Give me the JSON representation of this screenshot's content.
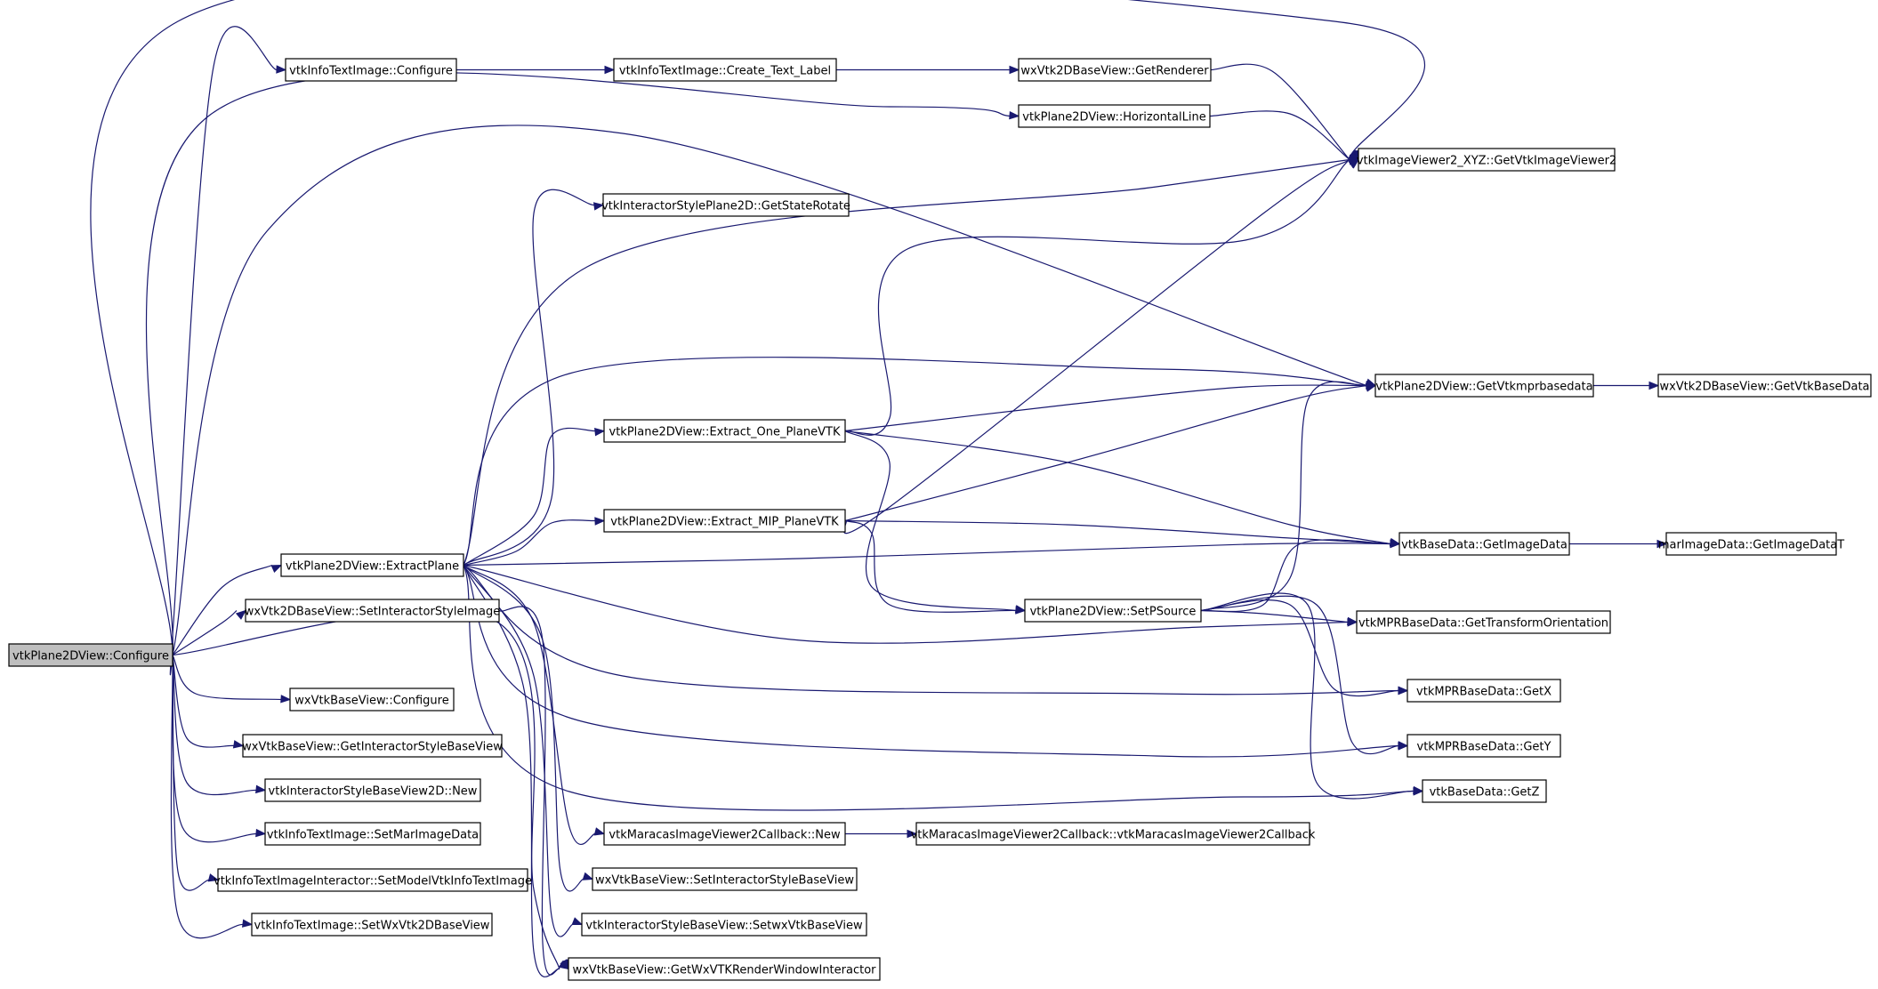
{
  "colors": {
    "edge": "#191970",
    "node_border": "#000000",
    "root_fill": "#bfbfbf",
    "node_fill": "#ffffff"
  },
  "nodes": [
    {
      "id": "root",
      "label": "vtkPlane2DView::Configure"
    },
    {
      "id": "n_cfg_text",
      "label": "vtkInfoTextImage::Configure"
    },
    {
      "id": "n_create_label",
      "label": "vtkInfoTextImage::Create_Text_Label"
    },
    {
      "id": "n_get_renderer",
      "label": "wxVtk2DBaseView::GetRenderer"
    },
    {
      "id": "n_hline",
      "label": "vtkPlane2DView::HorizontalLine"
    },
    {
      "id": "n_get_viewer2",
      "label": "vtkImageViewer2_XYZ::GetVtkImageViewer2"
    },
    {
      "id": "n_state_rotate",
      "label": "vtkInteractorStylePlane2D::GetStateRotate"
    },
    {
      "id": "n_get_mprbase",
      "label": "vtkPlane2DView::GetVtkmprbasedata"
    },
    {
      "id": "n_get_basedata",
      "label": "wxVtk2DBaseView::GetVtkBaseData"
    },
    {
      "id": "n_extract_one",
      "label": "vtkPlane2DView::Extract_One_PlaneVTK"
    },
    {
      "id": "n_extract_mip",
      "label": "vtkPlane2DView::Extract_MIP_PlaneVTK"
    },
    {
      "id": "n_get_imagedata",
      "label": "vtkBaseData::GetImageData"
    },
    {
      "id": "n_get_imagedataT",
      "label": "marImageData::GetImageDataT"
    },
    {
      "id": "n_extract_plane",
      "label": "vtkPlane2DView::ExtractPlane"
    },
    {
      "id": "n_set_isi",
      "label": "wxVtk2DBaseView::SetInteractorStyleImage"
    },
    {
      "id": "n_set_psource",
      "label": "vtkPlane2DView::SetPSource"
    },
    {
      "id": "n_transform",
      "label": "vtkMPRBaseData::GetTransformOrientation"
    },
    {
      "id": "n_getx",
      "label": "vtkMPRBaseData::GetX"
    },
    {
      "id": "n_gety",
      "label": "vtkMPRBaseData::GetY"
    },
    {
      "id": "n_getz",
      "label": "vtkBaseData::GetZ"
    },
    {
      "id": "n_wx_cfg",
      "label": "wxVtkBaseView::Configure"
    },
    {
      "id": "n_get_isbv",
      "label": "wxVtkBaseView::GetInteractorStyleBaseView"
    },
    {
      "id": "n_isbv2d_new",
      "label": "vtkInteractorStyleBaseView2D::New"
    },
    {
      "id": "n_set_marimage",
      "label": "vtkInfoTextImage::SetMarImageData"
    },
    {
      "id": "n_set_model",
      "label": "vtkInfoTextImageInteractor::SetModelVtkInfoTextImage"
    },
    {
      "id": "n_set_wx2d",
      "label": "vtkInfoTextImage::SetWxVtk2DBaseView"
    },
    {
      "id": "n_cb_new",
      "label": "vtkMaracasImageViewer2Callback::New"
    },
    {
      "id": "n_cb_ctor",
      "label": "vtkMaracasImageViewer2Callback::vtkMaracasImageViewer2Callback"
    },
    {
      "id": "n_set_isbv",
      "label": "wxVtkBaseView::SetInteractorStyleBaseView"
    },
    {
      "id": "n_set_wxbase",
      "label": "vtkInteractorStyleBaseView::SetwxVtkBaseView"
    },
    {
      "id": "n_get_rwi",
      "label": "wxVtkBaseView::GetWxVTKRenderWindowInteractor"
    }
  ],
  "edges": [
    [
      "root",
      "n_cfg_text"
    ],
    [
      "root",
      "n_get_viewer2"
    ],
    [
      "root",
      "n_hline"
    ],
    [
      "root",
      "n_get_mprbase"
    ],
    [
      "root",
      "n_extract_plane"
    ],
    [
      "root",
      "n_set_isi"
    ],
    [
      "root",
      "n_get_rwi"
    ],
    [
      "root",
      "n_wx_cfg"
    ],
    [
      "root",
      "n_get_isbv"
    ],
    [
      "root",
      "n_isbv2d_new"
    ],
    [
      "root",
      "n_set_marimage"
    ],
    [
      "root",
      "n_set_model"
    ],
    [
      "root",
      "n_set_wx2d"
    ],
    [
      "n_cfg_text",
      "n_create_label"
    ],
    [
      "n_create_label",
      "n_get_renderer"
    ],
    [
      "n_get_renderer",
      "n_get_viewer2"
    ],
    [
      "n_hline",
      "n_get_viewer2"
    ],
    [
      "n_get_mprbase",
      "n_get_basedata"
    ],
    [
      "n_get_imagedata",
      "n_get_imagedataT"
    ],
    [
      "n_extract_plane",
      "n_state_rotate"
    ],
    [
      "n_extract_plane",
      "n_extract_one"
    ],
    [
      "n_extract_plane",
      "n_extract_mip"
    ],
    [
      "n_extract_plane",
      "n_get_viewer2"
    ],
    [
      "n_extract_plane",
      "n_get_mprbase"
    ],
    [
      "n_extract_plane",
      "n_get_imagedata"
    ],
    [
      "n_extract_plane",
      "n_transform"
    ],
    [
      "n_extract_plane",
      "n_getx"
    ],
    [
      "n_extract_plane",
      "n_gety"
    ],
    [
      "n_extract_plane",
      "n_getz"
    ],
    [
      "n_extract_plane",
      "n_cb_new"
    ],
    [
      "n_extract_plane",
      "n_set_isbv"
    ],
    [
      "n_extract_plane",
      "n_set_wxbase"
    ],
    [
      "n_extract_plane",
      "n_get_rwi"
    ],
    [
      "n_set_isi",
      "n_get_rwi"
    ],
    [
      "n_extract_one",
      "n_get_viewer2"
    ],
    [
      "n_extract_one",
      "n_get_mprbase"
    ],
    [
      "n_extract_one",
      "n_get_imagedata"
    ],
    [
      "n_extract_one",
      "n_set_psource"
    ],
    [
      "n_extract_mip",
      "n_get_viewer2"
    ],
    [
      "n_extract_mip",
      "n_get_mprbase"
    ],
    [
      "n_extract_mip",
      "n_get_imagedata"
    ],
    [
      "n_extract_mip",
      "n_set_psource"
    ],
    [
      "n_set_psource",
      "n_get_mprbase"
    ],
    [
      "n_set_psource",
      "n_get_imagedata"
    ],
    [
      "n_set_psource",
      "n_transform"
    ],
    [
      "n_set_psource",
      "n_getx"
    ],
    [
      "n_set_psource",
      "n_gety"
    ],
    [
      "n_set_psource",
      "n_getz"
    ],
    [
      "n_cb_new",
      "n_cb_ctor"
    ]
  ]
}
